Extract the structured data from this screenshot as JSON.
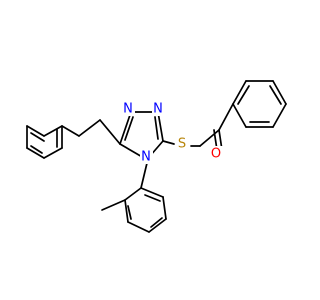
{
  "structure": {
    "atoms": {
      "n_top_left": {
        "symbol": "N",
        "color": "#0000ff"
      },
      "n_top_right": {
        "symbol": "N",
        "color": "#0000ff"
      },
      "n_bottom": {
        "symbol": "N",
        "color": "#0000ff"
      },
      "sulfur": {
        "symbol": "S",
        "color": "#b8860b"
      },
      "oxygen": {
        "symbol": "O",
        "color": "#ff0000"
      }
    },
    "bond_color": "#000000"
  }
}
